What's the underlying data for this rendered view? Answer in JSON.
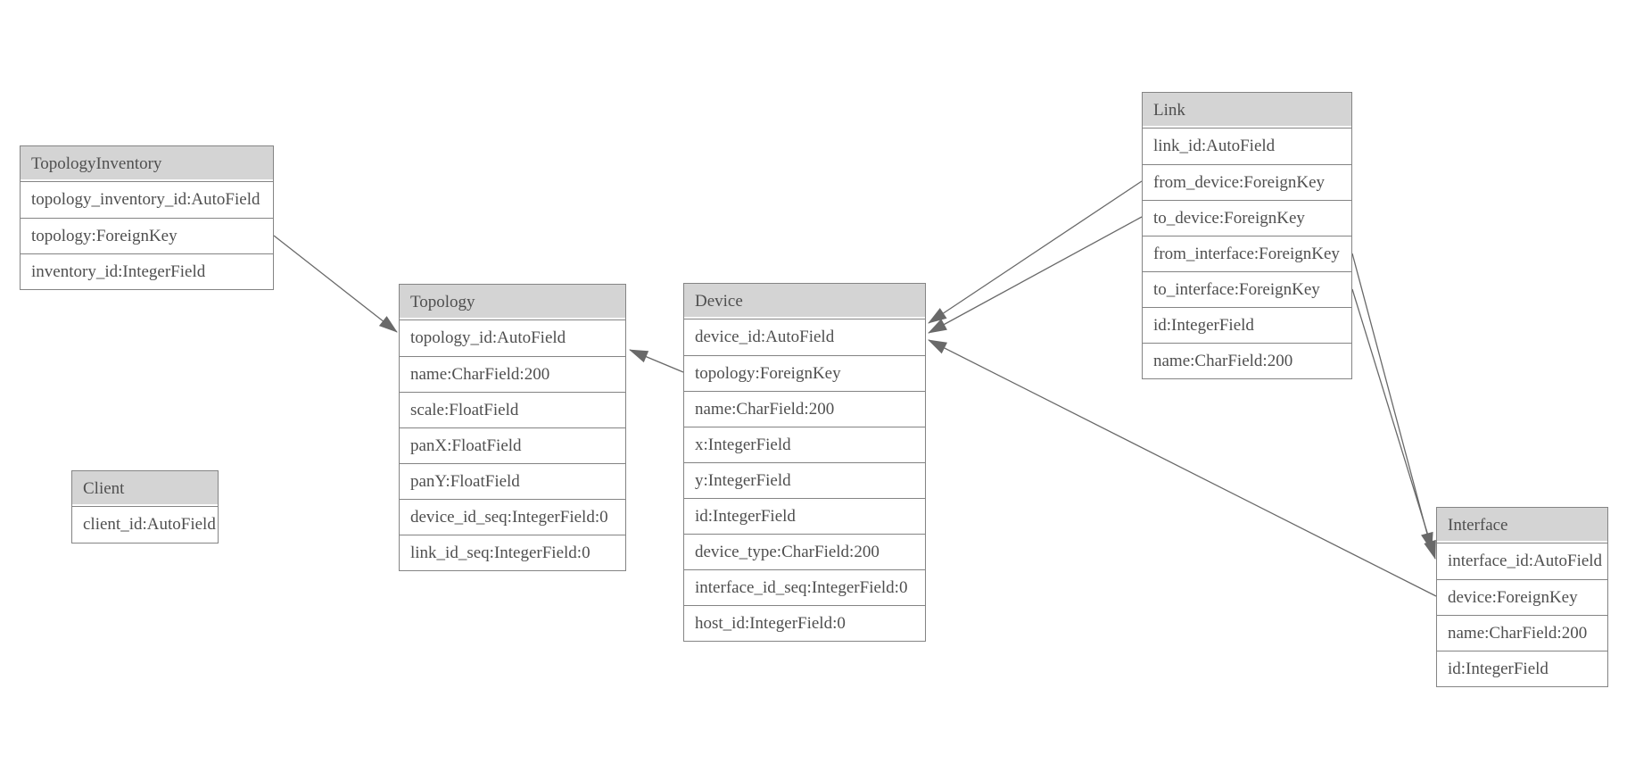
{
  "diagram": {
    "type": "database-model-diagram",
    "background": "#ffffff",
    "colors": {
      "header_fill": "#d4d4d4",
      "cell_fill": "#ffffff",
      "border": "#848484",
      "text": "#4f4f4f",
      "edge": "#696969"
    },
    "tables": [
      {
        "title": "TopologyInventory",
        "fields": [
          "topology_inventory_id:AutoField",
          "topology:ForeignKey",
          "inventory_id:IntegerField"
        ]
      },
      {
        "title": "Topology",
        "fields": [
          "topology_id:AutoField",
          "name:CharField:200",
          "scale:FloatField",
          "panX:FloatField",
          "panY:FloatField",
          "device_id_seq:IntegerField:0",
          "link_id_seq:IntegerField:0"
        ]
      },
      {
        "title": "Client",
        "fields": [
          "client_id:AutoField"
        ]
      },
      {
        "title": "Device",
        "fields": [
          "device_id:AutoField",
          "topology:ForeignKey",
          "name:CharField:200",
          "x:IntegerField",
          "y:IntegerField",
          "id:IntegerField",
          "device_type:CharField:200",
          "interface_id_seq:IntegerField:0",
          "host_id:IntegerField:0"
        ]
      },
      {
        "title": "Link",
        "fields": [
          "link_id:AutoField",
          "from_device:ForeignKey",
          "to_device:ForeignKey",
          "from_interface:ForeignKey",
          "to_interface:ForeignKey",
          "id:IntegerField",
          "name:CharField:200"
        ]
      },
      {
        "title": "Interface",
        "fields": [
          "interface_id:AutoField",
          "device:ForeignKey",
          "name:CharField:200",
          "id:IntegerField"
        ]
      }
    ],
    "edges": [
      {
        "from": "TopologyInventory.topology",
        "to": "Topology"
      },
      {
        "from": "Device.topology",
        "to": "Topology"
      },
      {
        "from": "Link.from_device",
        "to": "Device"
      },
      {
        "from": "Link.to_device",
        "to": "Device"
      },
      {
        "from": "Interface.device",
        "to": "Device"
      },
      {
        "from": "Link.from_interface",
        "to": "Interface"
      },
      {
        "from": "Link.to_interface",
        "to": "Interface"
      }
    ]
  }
}
